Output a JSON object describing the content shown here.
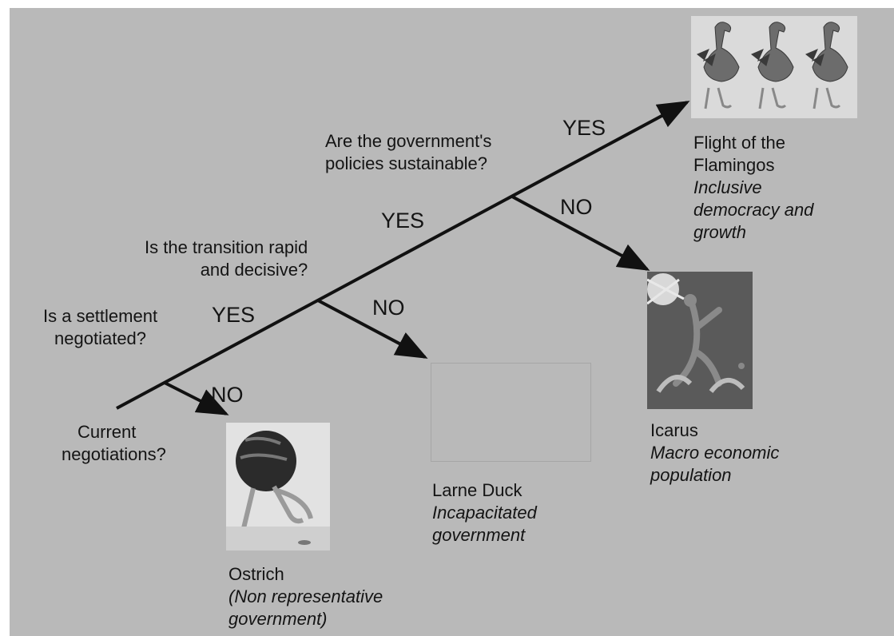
{
  "nodes": {
    "start": [
      "Current",
      "negotiations?"
    ],
    "q1": [
      "Is a settlement",
      "negotiated?"
    ],
    "q2": [
      "Is the transition rapid",
      "and decisive?"
    ],
    "q3": [
      "Are the government's",
      "policies sustainable?"
    ]
  },
  "branch_labels": {
    "yes": "YES",
    "no": "NO"
  },
  "outcomes": {
    "ostrich": {
      "name": "Ostrich",
      "desc": [
        "(Non representative",
        "government)"
      ]
    },
    "lame_duck": {
      "name": "Larne Duck",
      "desc": [
        "Incapacitated",
        "government"
      ]
    },
    "icarus": {
      "name": "Icarus",
      "desc": [
        "Macro economic",
        "population"
      ]
    },
    "flamingos": {
      "name": [
        "Flight of the",
        "Flamingos"
      ],
      "desc": [
        "Inclusive",
        "democracy and",
        "growth"
      ]
    }
  },
  "colors": {
    "background": "#b9b9b9",
    "line": "#111111",
    "text": "#141414"
  }
}
